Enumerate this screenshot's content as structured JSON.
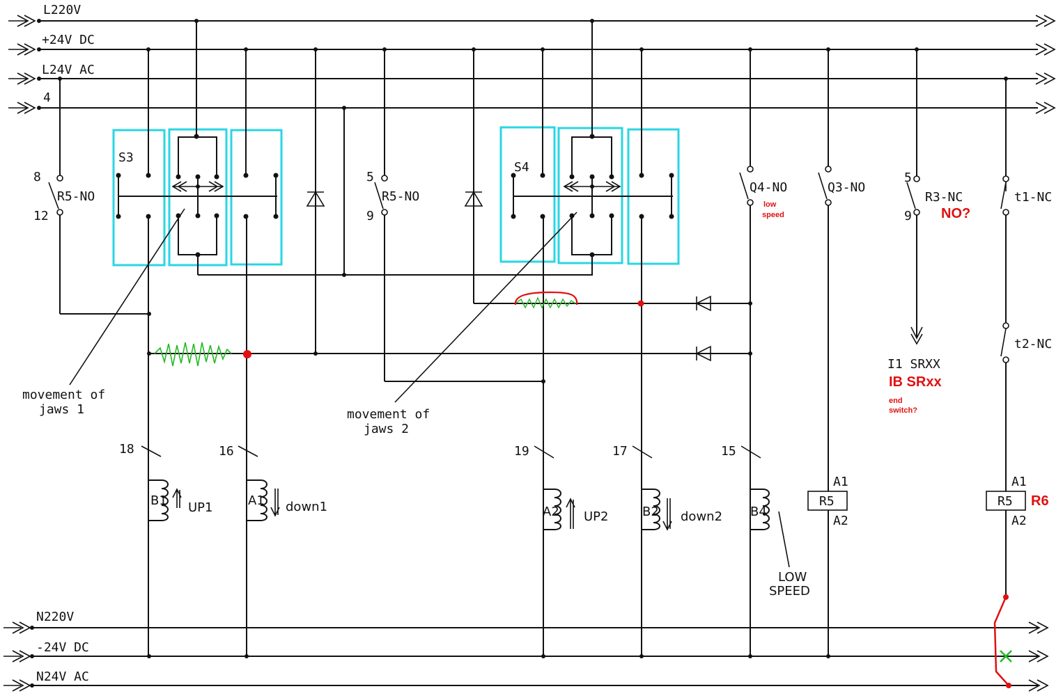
{
  "rails": {
    "l220v": "L220V",
    "p24vdc": "+24V DC",
    "l24vac": "L24V AC",
    "r4": "4",
    "n220v": "N220V",
    "m24vdc": "-24V DC",
    "n24vac": "N24V AC"
  },
  "switches": {
    "s3": "S3",
    "s4": "S4"
  },
  "contacts": {
    "r5no_1": {
      "label": "R5-NO",
      "top": "8",
      "bottom": "12"
    },
    "r5no_2": {
      "label": "R5-NO",
      "top": "5",
      "bottom": "9"
    },
    "q4no": {
      "label": "Q4-NO",
      "note1": "low",
      "note2": "speed"
    },
    "q3no": {
      "label": "Q3-NO"
    },
    "r3nc": {
      "label": "R3-NC",
      "top": "5",
      "bottom": "9",
      "note": "NO?"
    },
    "t1nc": {
      "label": "t1-NC"
    },
    "t2nc": {
      "label": "t2-NC"
    }
  },
  "input": {
    "label": "I1 SRXX",
    "red_label": "IB SRxx",
    "note1": "end",
    "note2": "switch?"
  },
  "annotations": {
    "jaws1_line1": "movement of",
    "jaws1_line2": "jaws 1",
    "jaws2_line1": "movement of",
    "jaws2_line2": "jaws 2"
  },
  "wires": {
    "w18": "18",
    "w16": "16",
    "w19": "19",
    "w17": "17",
    "w15": "15"
  },
  "coils": {
    "b1": {
      "label": "B1",
      "name": "UP1"
    },
    "a1": {
      "label": "A1",
      "name": "down1"
    },
    "a2": {
      "label": "A2",
      "name": "UP2"
    },
    "b2": {
      "label": "B2",
      "name": "down2"
    },
    "b4": {
      "label": "B4",
      "name1": "LOW",
      "name2": "SPEED"
    }
  },
  "relays": {
    "r5a": {
      "label": "R5",
      "top": "A1",
      "bottom": "A2"
    },
    "r5b": {
      "label": "R5",
      "top": "A1",
      "bottom": "A2",
      "red": "R6"
    }
  },
  "colors": {
    "highlight_box": "#29d6e3",
    "annotation_red": "#e01010",
    "annotation_green": "#22bb22"
  }
}
